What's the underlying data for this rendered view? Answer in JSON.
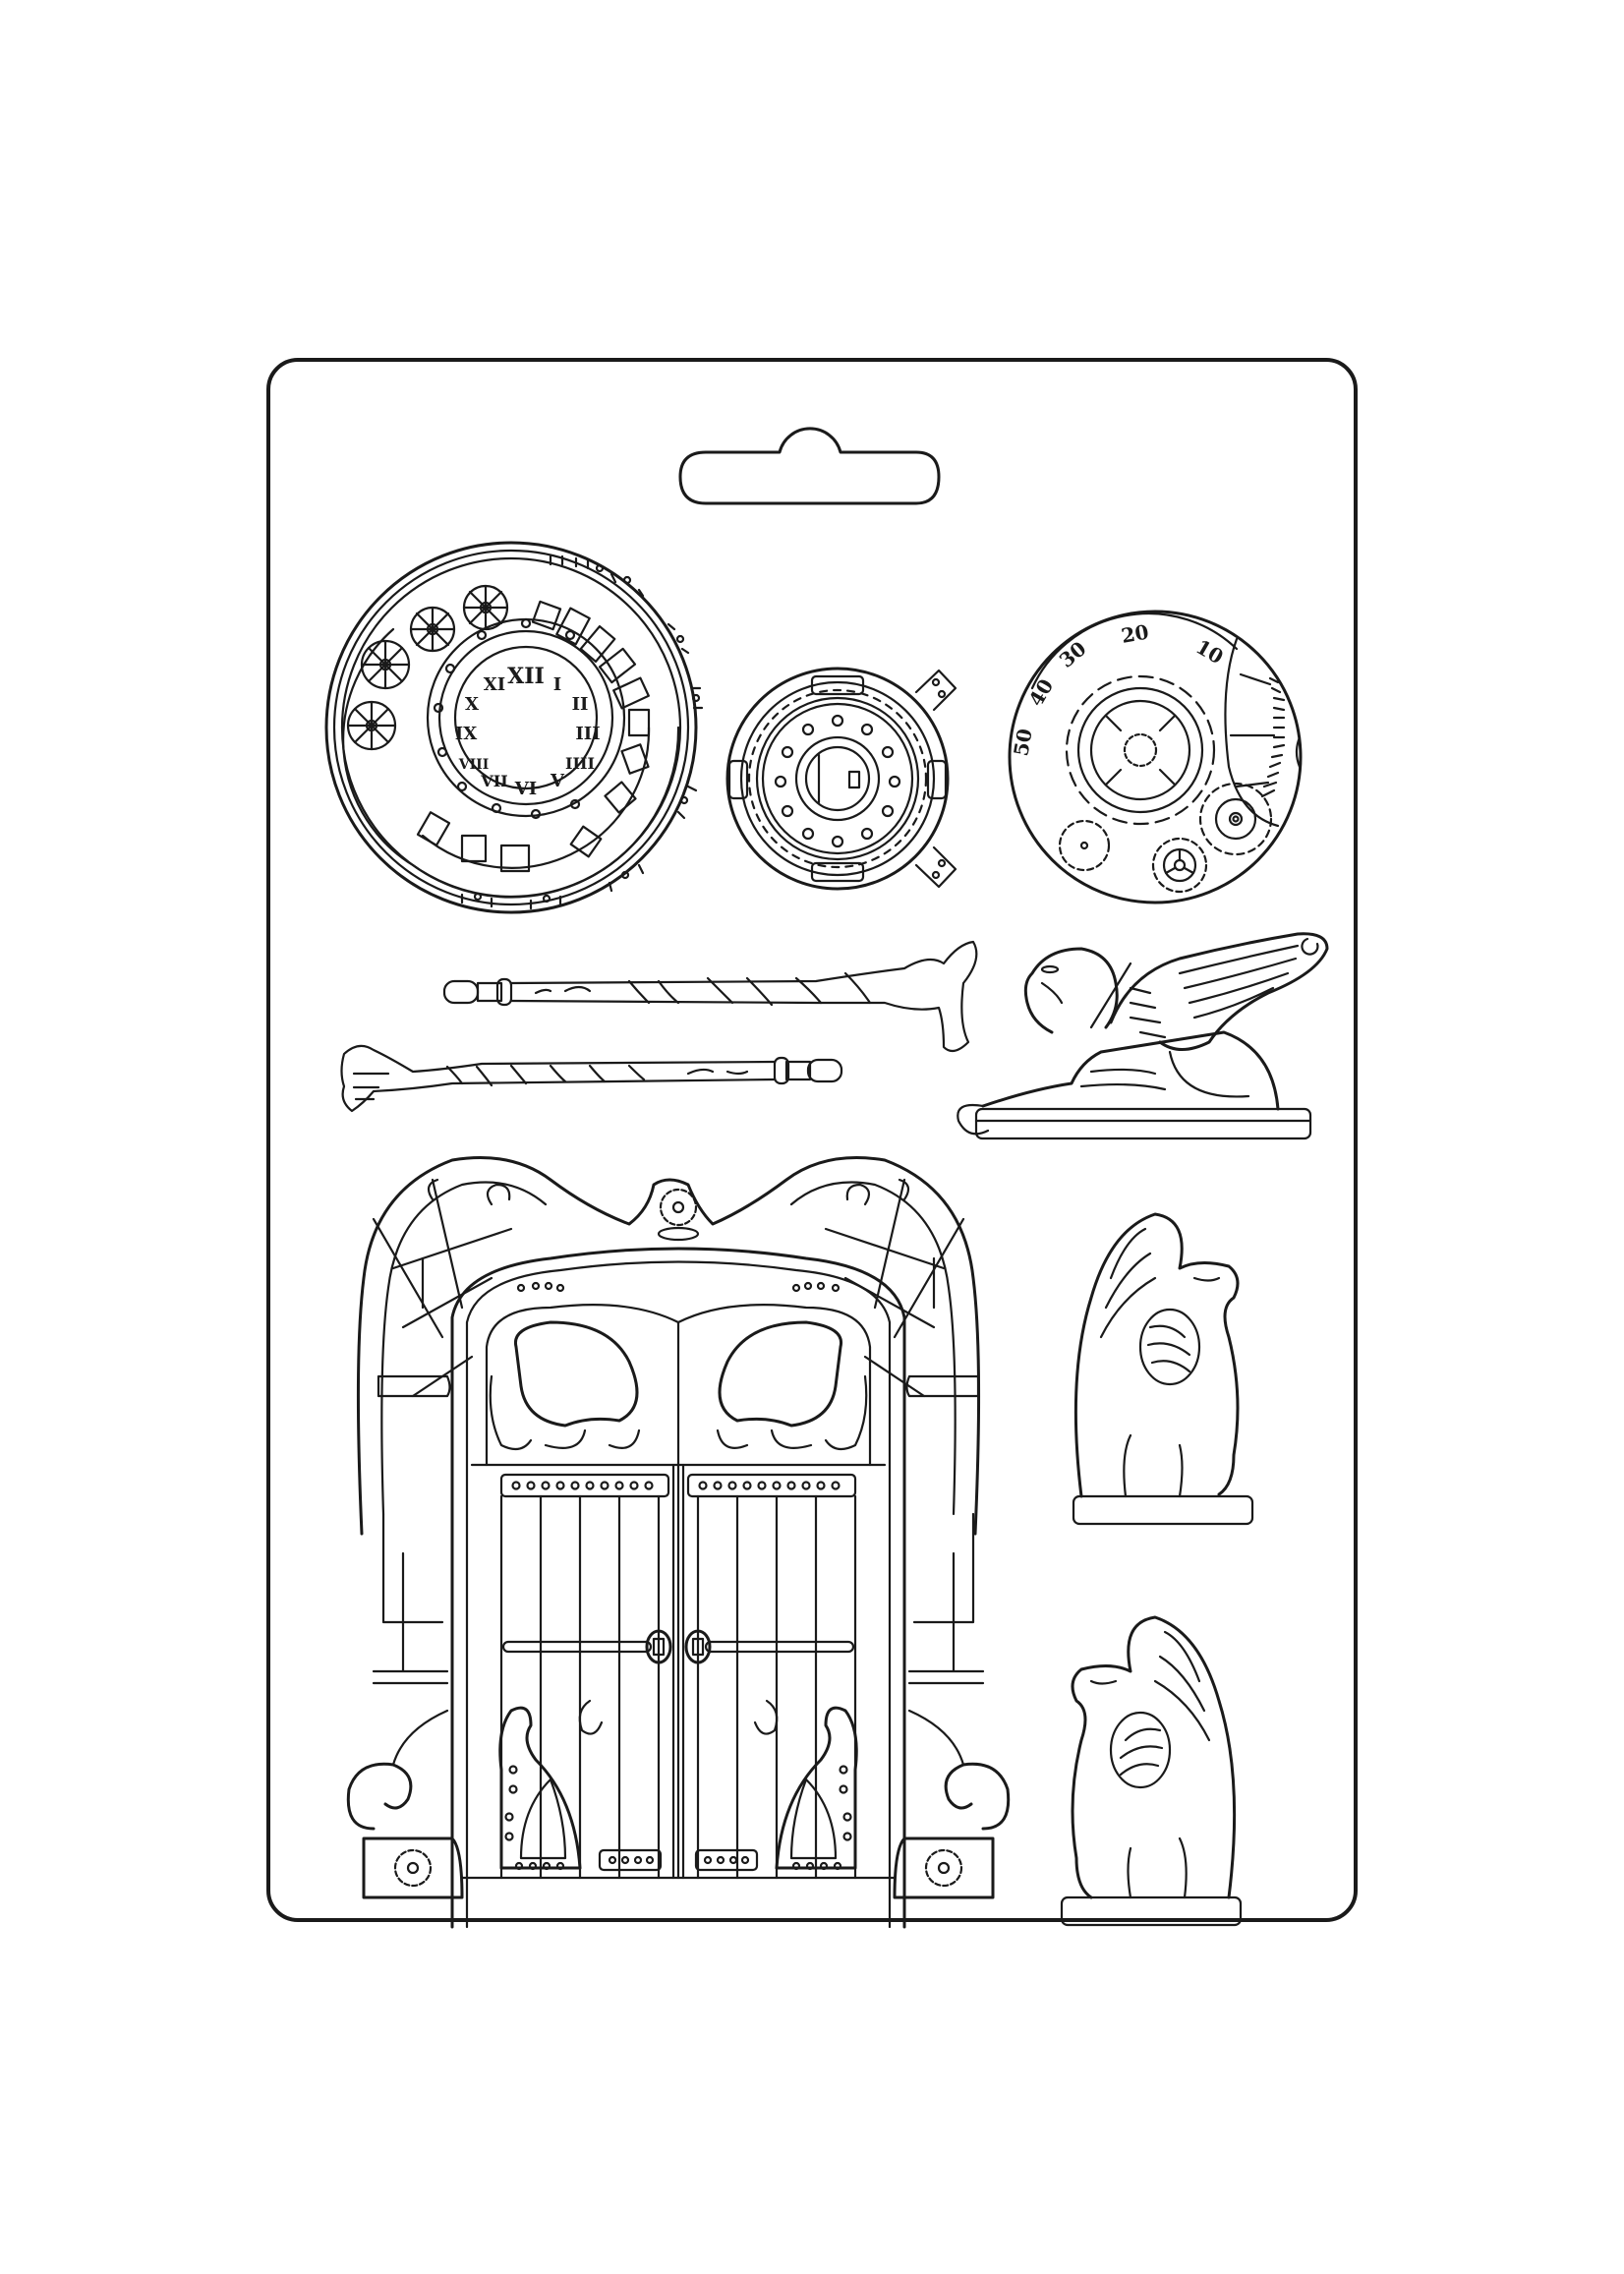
{
  "image": {
    "description": "Line-art craft mould sheet with steampunk motifs",
    "colors": {
      "background": "#ffffff",
      "line": "#1a1a1a"
    }
  },
  "sheet": {
    "shape": "rounded-rectangle",
    "hang_slot": "keyhole-slot"
  },
  "clock_dial": {
    "numerals": [
      "XII",
      "I",
      "II",
      "III",
      "IIII",
      "V",
      "VI",
      "VII",
      "VIII",
      "IX",
      "X",
      "XI"
    ]
  },
  "gauge_dial": {
    "scale_labels": [
      "50",
      "40",
      "30",
      "20",
      "10"
    ]
  },
  "motifs": [
    {
      "name": "spiral-clock-face"
    },
    {
      "name": "porthole-gear"
    },
    {
      "name": "gauge-gears-dial"
    },
    {
      "name": "walking-cane-top"
    },
    {
      "name": "walking-cane-bottom"
    },
    {
      "name": "reclining-winged-lion"
    },
    {
      "name": "ornate-double-door"
    },
    {
      "name": "griffin-statue-facing-right"
    },
    {
      "name": "griffin-statue-facing-left"
    }
  ]
}
